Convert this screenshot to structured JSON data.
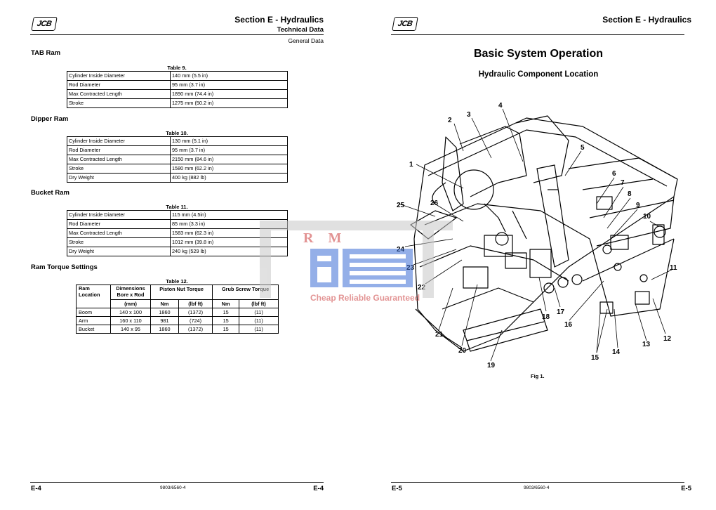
{
  "left": {
    "logo": "JCB",
    "section_title": "Section E - Hydraulics",
    "subsection": "Technical Data",
    "topic": "General Data",
    "tab_ram": {
      "heading": "TAB Ram",
      "caption": "Table 9.",
      "rows": [
        [
          "Cylinder Inside Diameter",
          "140 mm (5.5 in)"
        ],
        [
          "Rod Diameter",
          "95 mm (3.7 in)"
        ],
        [
          "Max Contracted Length",
          "1890 mm (74.4 in)"
        ],
        [
          "Stroke",
          "1275 mm (50.2 in)"
        ]
      ]
    },
    "dipper_ram": {
      "heading": "Dipper Ram",
      "caption": "Table 10.",
      "rows": [
        [
          "Cylinder Inside Diameter",
          "130 mm (5.1 in)"
        ],
        [
          "Rod Diameter",
          "95 mm (3.7 in)"
        ],
        [
          "Max Contracted Length",
          "2150 mm (84.6 in)"
        ],
        [
          "Stroke",
          "1580 mm (62.2 in)"
        ],
        [
          "Dry Weight",
          "400 kg (882 lb)"
        ]
      ]
    },
    "bucket_ram": {
      "heading": "Bucket Ram",
      "caption": "Table 11.",
      "rows": [
        [
          "Cylinder Inside Diameter",
          "115 mm (4.5in)"
        ],
        [
          "Rod Diameter",
          "85 mm (3.3 in)"
        ],
        [
          "Max Contracted Length",
          "1583 mm (62.3 in)"
        ],
        [
          "Stroke",
          "1012 mm (39.8 in)"
        ],
        [
          "Dry Weight",
          "240 kg (529 lb)"
        ]
      ]
    },
    "torque": {
      "heading": "Ram Torque Settings",
      "caption": "Table 12.",
      "head": {
        "col1": "Ram Location",
        "col2": "Dimensions Bore x Rod",
        "col3": "Piston Nut Torque",
        "col4": "Grub Screw Torque"
      },
      "subhead": [
        "(mm)",
        "Nm",
        "(lbf ft)",
        "Nm",
        "(lbf ft)"
      ],
      "rows": [
        [
          "Boom",
          "140 x 100",
          "1860",
          "(1372)",
          "15",
          "(11)"
        ],
        [
          "Arm",
          "160 x 110",
          "981",
          "(724)",
          "15",
          "(11)"
        ],
        [
          "Bucket",
          "140 x 95",
          "1860",
          "(1372)",
          "15",
          "(11)"
        ]
      ]
    },
    "footer": {
      "page_left": "E-4",
      "doc": "9803/6560-4",
      "page_right": "E-4"
    }
  },
  "right": {
    "logo": "JCB",
    "section_title": "Section E - Hydraulics",
    "title": "Basic System Operation",
    "subtitle": "Hydraulic Component Location",
    "fig_caption": "Fig 1.",
    "callouts": [
      "1",
      "2",
      "3",
      "4",
      "5",
      "6",
      "7",
      "8",
      "9",
      "10",
      "11",
      "12",
      "13",
      "14",
      "15",
      "16",
      "17",
      "18",
      "19",
      "20",
      "21",
      "22",
      "23",
      "24",
      "25",
      "26"
    ],
    "footer": {
      "page_left": "E-5",
      "doc": "9803/6560-4",
      "page_right": "E-5"
    }
  },
  "watermark": {
    "letters": "R M",
    "tagline": "Cheap Reliable Guaranteed",
    "colors": {
      "blue": "#3d6fd6",
      "red": "#cc3b3b",
      "grey": "#c8c8c8"
    }
  }
}
